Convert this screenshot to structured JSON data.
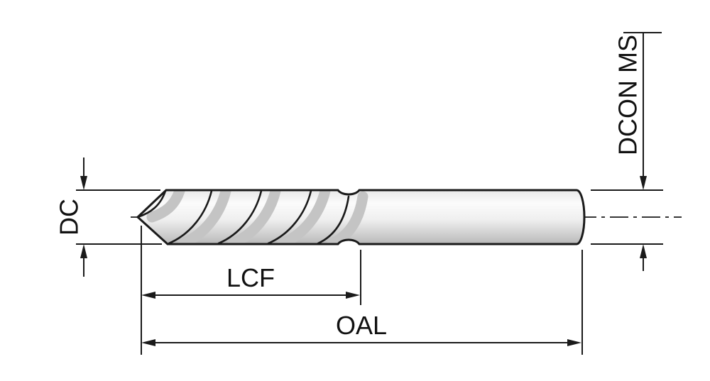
{
  "diagram": {
    "labels": {
      "dc": "DC",
      "lcf": "LCF",
      "oal": "OAL",
      "dcon_ms": "DCON MS"
    },
    "colors": {
      "line": "#1a1a1a",
      "background": "#ffffff",
      "body_light": "#ffffff",
      "body_shade": "#b9b9b9",
      "flute_shading": "#c4c4c4"
    }
  }
}
